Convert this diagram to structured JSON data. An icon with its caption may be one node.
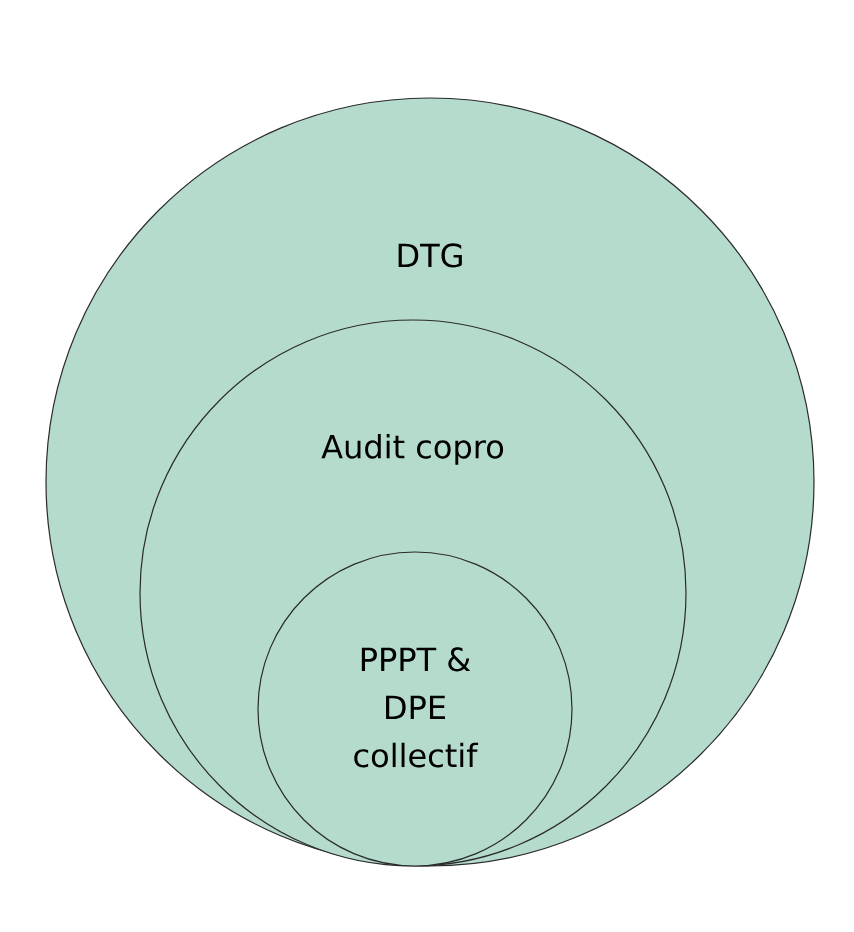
{
  "diagram": {
    "nodes": [
      {
        "text": [
          "DTG"
        ]
      },
      {
        "text": [
          "Audit copro"
        ],
        "in": 0
      },
      {
        "text": [
          "PPPT & DPE collectif"
        ],
        "in": 1
      }
    ]
  }
}
